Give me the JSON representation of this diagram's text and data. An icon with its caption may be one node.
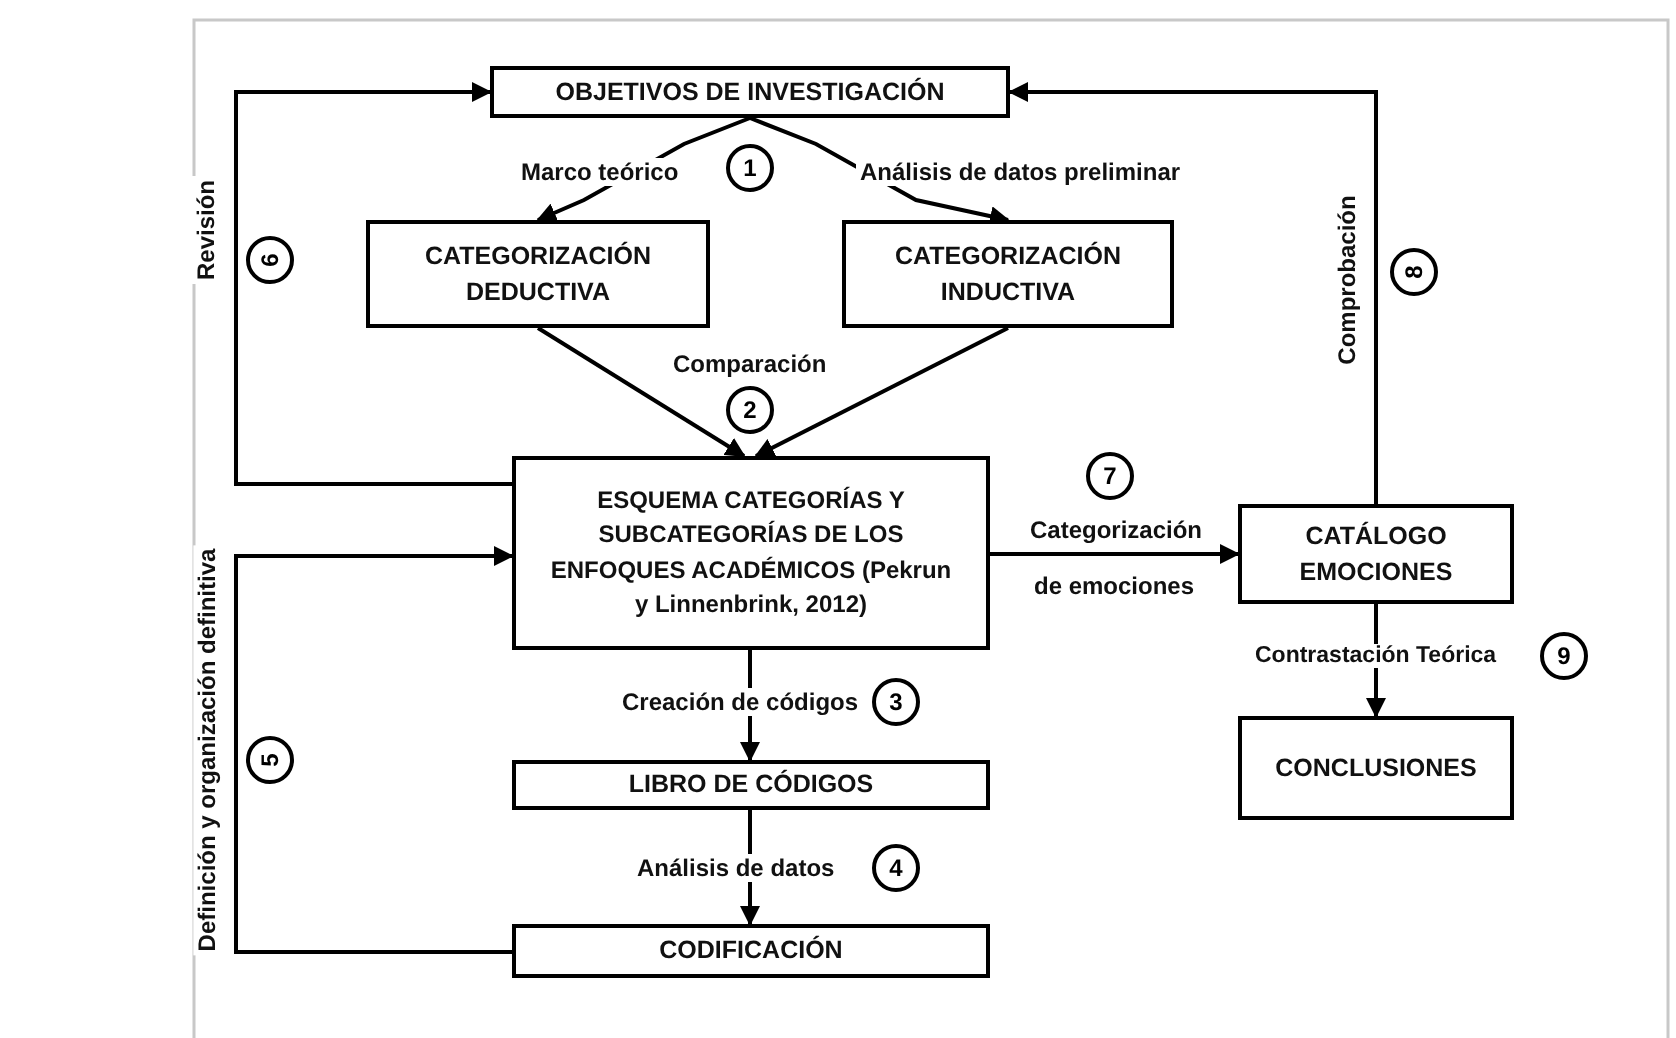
{
  "diagram": {
    "nodes": [
      {
        "text": [
          "OBJETIVOS DE INVESTIGACIÓN"
        ]
      },
      {
        "text": [
          "CATEGORIZACIÓN DEDUCTIVA"
        ]
      },
      {
        "text": [
          "CATEGORIZACIÓN INDUCTIVA"
        ]
      },
      {
        "text": [
          "ESQUEMA CATEGORÍAS Y SUBCATEGORÍAS DE LOS ENFOQUES ACADÉMICOS (Pekrun y Linnenbrink, 2012)"
        ]
      },
      {
        "text": [
          "LIBRO DE CÓDIGOS"
        ]
      },
      {
        "text": [
          "CODIFICACIÓN"
        ]
      },
      {
        "text": [
          "CATÁLOGO EMOCIONES"
        ]
      },
      {
        "text": [
          "CONCLUSIONES"
        ]
      }
    ],
    "edges": [
      {
        "from": 0,
        "to": 1,
        "arrow": "to",
        "label": "Marco teórico"
      },
      {
        "from": 0,
        "to": 2,
        "arrow": "to",
        "label": "Análisis de datos preliminar"
      },
      {
        "from": 1,
        "to": 3,
        "arrow": "to"
      },
      {
        "from": 2,
        "to": 3,
        "arrow": "to"
      },
      {
        "from": 3,
        "to": 0,
        "arrow": "to",
        "label": "Revisión"
      },
      {
        "from": 3,
        "to": 4,
        "arrow": "to",
        "label": "Creación de códigos"
      },
      {
        "from": 4,
        "to": 5,
        "arrow": "to",
        "label": "Análisis de datos"
      },
      {
        "from": 5,
        "to": 3,
        "arrow": "to",
        "label": "Definición y organización definitiva"
      },
      {
        "from": 3,
        "to": 6,
        "arrow": "to",
        "label": "Categorización de emociones"
      },
      {
        "from": 6,
        "to": 0,
        "arrow": "to",
        "label": "Comprobación"
      },
      {
        "from": 6,
        "to": 7,
        "arrow": "to",
        "label": "Contrastación Teórica"
      }
    ],
    "labels": [
      "1",
      "6",
      "8",
      "Comparación",
      "2",
      "7",
      "3",
      "5",
      "4",
      "9"
    ]
  }
}
